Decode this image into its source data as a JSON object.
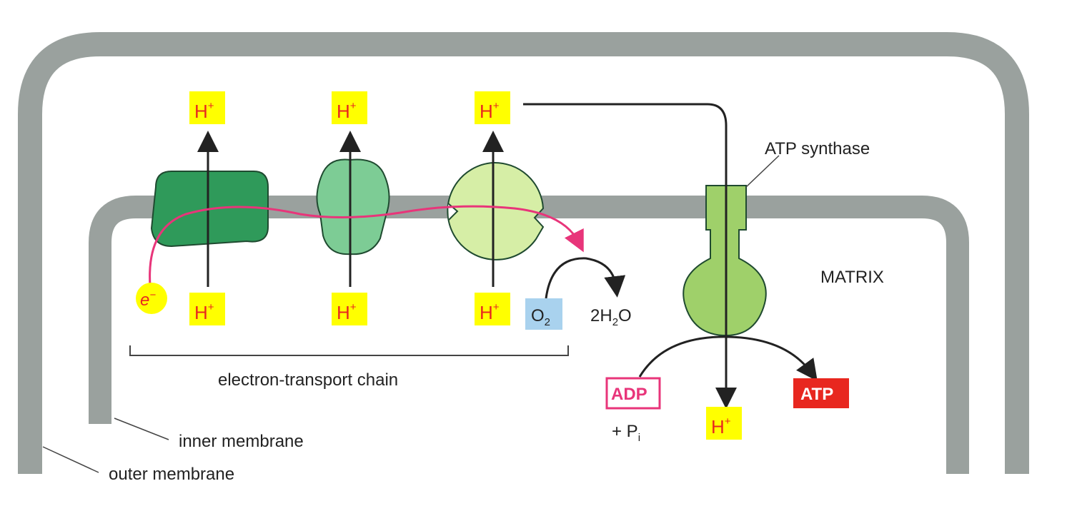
{
  "labels": {
    "proton": "H",
    "proton_charge": "+",
    "electron": "e",
    "electron_charge": "−",
    "oxygen": "O",
    "oxygen_sub": "2",
    "water_coef": "2H",
    "water_sub": "2",
    "water_end": "O",
    "atp_synthase": "ATP synthase",
    "matrix": "MATRIX",
    "etc": "electron-transport chain",
    "adp": "ADP",
    "pi_prefix": "+ P",
    "pi_sub": "i",
    "atp": "ATP",
    "inner_membrane": "inner membrane",
    "outer_membrane": "outer membrane"
  },
  "colors": {
    "membrane": "#9aa19e",
    "complex_1": "#2f9a5a",
    "complex_2": "#7dcc95",
    "complex_3": "#d6eea6",
    "atp_synthase": "#9fd06a",
    "proton_box": "#ffff00",
    "proton_text": "#e8271f",
    "electron_path": "#e8357a",
    "oxygen_box": "#a9d2ee",
    "adp_border": "#e8357a",
    "atp_fill": "#e8271f",
    "arrow": "#222222"
  }
}
